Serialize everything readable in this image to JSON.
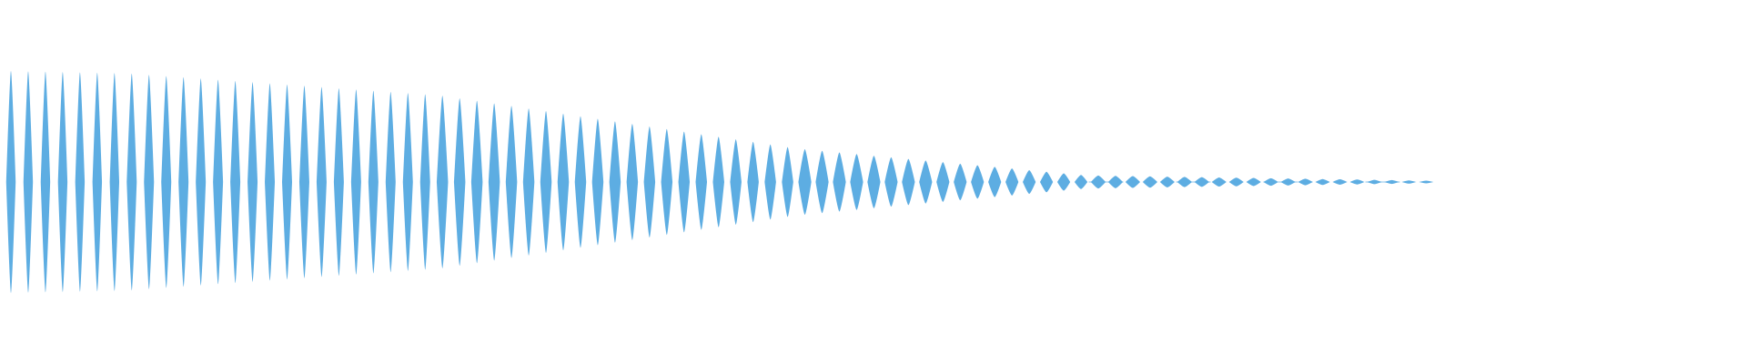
{
  "waveform": {
    "color": "#5dade2",
    "background": "#ffffff",
    "kind": "decaying-oscillation",
    "beats": 83,
    "tail_fraction_of_width": 0.82,
    "segments": [
      {
        "from": 0.0,
        "to": 0.08,
        "amp": [
          1.0,
          0.98
        ],
        "envelope": "square-ish",
        "pos_width": 0.6,
        "neg_width": 0.7
      },
      {
        "from": 0.08,
        "to": 0.3,
        "amp": [
          0.98,
          0.78
        ],
        "envelope": "rounded",
        "pos_width": 0.55,
        "neg_width": 0.6
      },
      {
        "from": 0.3,
        "to": 0.55,
        "amp": [
          0.78,
          0.3
        ],
        "envelope": "pointed",
        "pos_width": 0.7,
        "neg_width": 0.7
      },
      {
        "from": 0.55,
        "to": 0.75,
        "amp": [
          0.3,
          0.06
        ],
        "envelope": "diamond",
        "pos_width": 0.9,
        "neg_width": 0.9
      },
      {
        "from": 0.75,
        "to": 1.0,
        "amp": [
          0.06,
          0.01
        ],
        "envelope": "flat",
        "pos_width": 1.0,
        "neg_width": 1.0
      }
    ]
  }
}
